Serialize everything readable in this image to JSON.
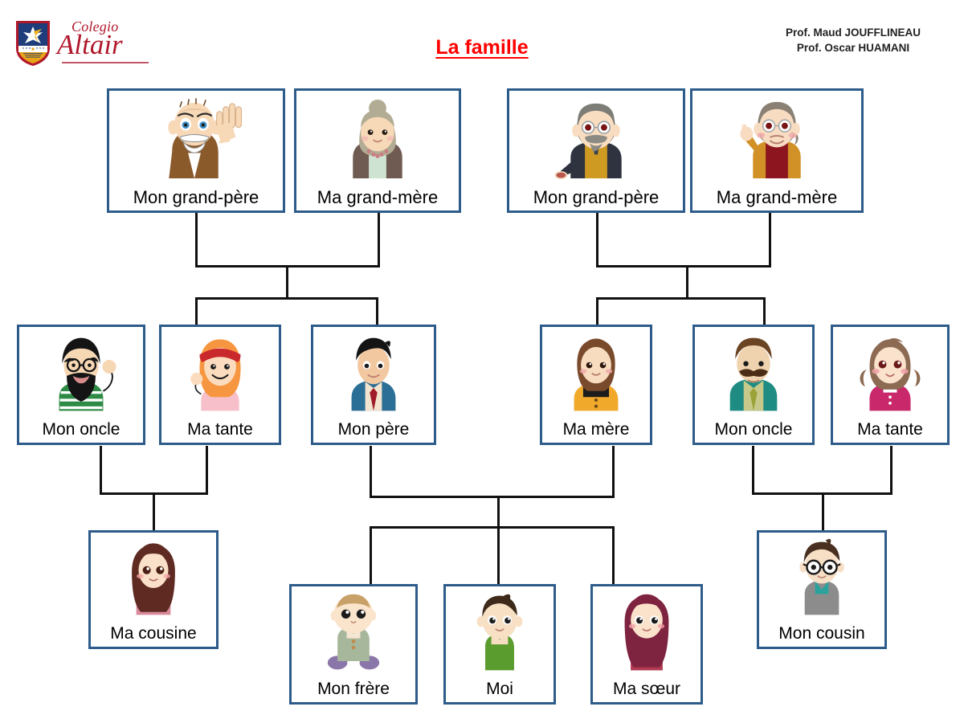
{
  "header": {
    "school_name_line1": "Colegio",
    "school_name_line2": "Altair",
    "logo_icon": "shield-star-icon",
    "title": "La famille",
    "title_color": "#FF0000",
    "professors": [
      "Prof. Maud JOUFFLINEAU",
      "Prof. Oscar HUAMANI"
    ]
  },
  "theme": {
    "card_border_color": "#2E5C8A",
    "connector_color": "#111111",
    "background": "#FFFFFF",
    "brand_red": "#B0182B",
    "brand_blue": "#1F3D7A"
  },
  "tree": {
    "generations": [
      {
        "name": "grandparents",
        "people": [
          {
            "id": "gp-paternal-grandfather",
            "label": "Mon grand-père",
            "icon": "elderly-man-waving-icon",
            "relation": "grandfather",
            "side": "paternal"
          },
          {
            "id": "gp-paternal-grandmother",
            "label": "Ma grand-mère",
            "icon": "elderly-woman-bun-icon",
            "relation": "grandmother",
            "side": "paternal"
          },
          {
            "id": "gp-maternal-grandfather",
            "label": "Mon grand-père",
            "icon": "elderly-man-glasses-icon",
            "relation": "grandfather",
            "side": "maternal"
          },
          {
            "id": "gp-maternal-grandmother",
            "label": "Ma grand-mère",
            "icon": "elderly-woman-glasses-icon",
            "relation": "grandmother",
            "side": "maternal"
          }
        ]
      },
      {
        "name": "parents",
        "people": [
          {
            "id": "uncle-paternal",
            "label": "Mon oncle",
            "icon": "bearded-man-glasses-icon",
            "relation": "uncle",
            "side": "paternal"
          },
          {
            "id": "aunt-paternal",
            "label": "Ma tante",
            "icon": "orange-hair-woman-icon",
            "relation": "aunt",
            "side": "paternal"
          },
          {
            "id": "father",
            "label": "Mon père",
            "icon": "man-suit-tie-icon",
            "relation": "father",
            "side": "paternal"
          },
          {
            "id": "mother",
            "label": "Ma mère",
            "icon": "woman-orange-dress-icon",
            "relation": "mother",
            "side": "maternal"
          },
          {
            "id": "uncle-maternal",
            "label": "Mon oncle",
            "icon": "mustache-man-teal-icon",
            "relation": "uncle",
            "side": "maternal"
          },
          {
            "id": "aunt-maternal",
            "label": "Ma tante",
            "icon": "woman-pink-dress-icon",
            "relation": "aunt",
            "side": "maternal"
          }
        ]
      },
      {
        "name": "children",
        "people": [
          {
            "id": "cousin-female",
            "label": "Ma cousine",
            "icon": "girl-long-brown-hair-icon",
            "relation": "cousin",
            "side": "paternal"
          },
          {
            "id": "brother",
            "label": "Mon frère",
            "icon": "baby-sitting-icon",
            "relation": "brother",
            "side": "self"
          },
          {
            "id": "self",
            "label": "Moi",
            "icon": "boy-green-shirt-icon",
            "relation": "self",
            "side": "self"
          },
          {
            "id": "sister",
            "label": "Ma sœur",
            "icon": "girl-maroon-hair-icon",
            "relation": "sister",
            "side": "self"
          },
          {
            "id": "cousin-male",
            "label": "Mon cousin",
            "icon": "boy-glasses-icon",
            "relation": "cousin",
            "side": "maternal"
          }
        ]
      }
    ]
  }
}
